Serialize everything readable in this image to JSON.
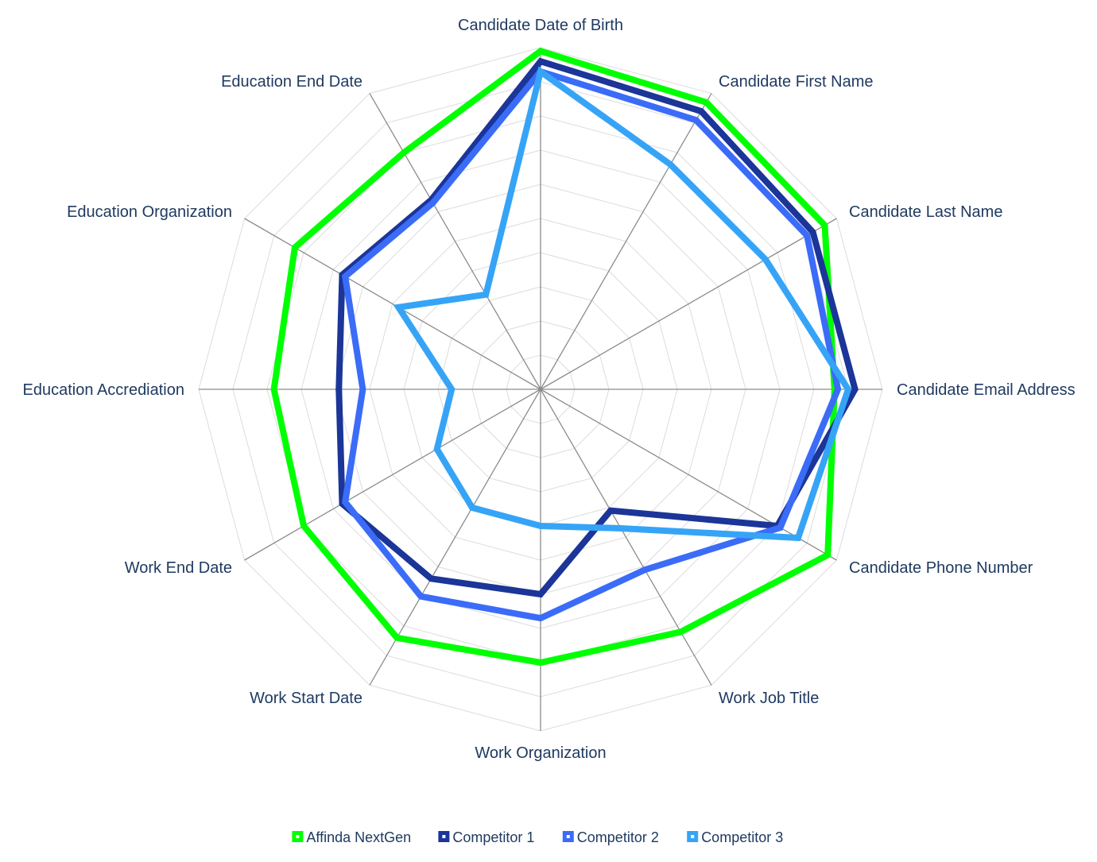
{
  "chart_data": {
    "type": "radar",
    "title": "",
    "categories": [
      "Candidate Date of Birth",
      "Candidate First Name",
      "Candidate Last Name",
      "Candidate Email Address",
      "Candidate Phone Number",
      "Work Job Title",
      "Work Organization",
      "Work Start Date",
      "Work End Date",
      "Education Accrediation",
      "Education Organization",
      "Education End Date"
    ],
    "range": [
      0,
      1
    ],
    "grid": true,
    "legend_position": "bottom",
    "series": [
      {
        "name": "Affinda NextGen",
        "color": "#00ff00",
        "values": [
          0.99,
          0.97,
          0.96,
          0.86,
          0.97,
          0.82,
          0.8,
          0.84,
          0.8,
          0.78,
          0.83,
          0.8
        ]
      },
      {
        "name": "Competitor 1",
        "color": "#1b3598",
        "values": [
          0.96,
          0.94,
          0.92,
          0.92,
          0.8,
          0.41,
          0.6,
          0.64,
          0.67,
          0.59,
          0.67,
          0.64
        ]
      },
      {
        "name": "Competitor 2",
        "color": "#3b6cf8",
        "values": [
          0.93,
          0.91,
          0.9,
          0.87,
          0.81,
          0.61,
          0.67,
          0.7,
          0.66,
          0.52,
          0.66,
          0.63
        ]
      },
      {
        "name": "Competitor 3",
        "color": "#36a4f6",
        "values": [
          0.93,
          0.76,
          0.76,
          0.9,
          0.87,
          0.47,
          0.4,
          0.4,
          0.35,
          0.26,
          0.48,
          0.32
        ]
      }
    ]
  }
}
